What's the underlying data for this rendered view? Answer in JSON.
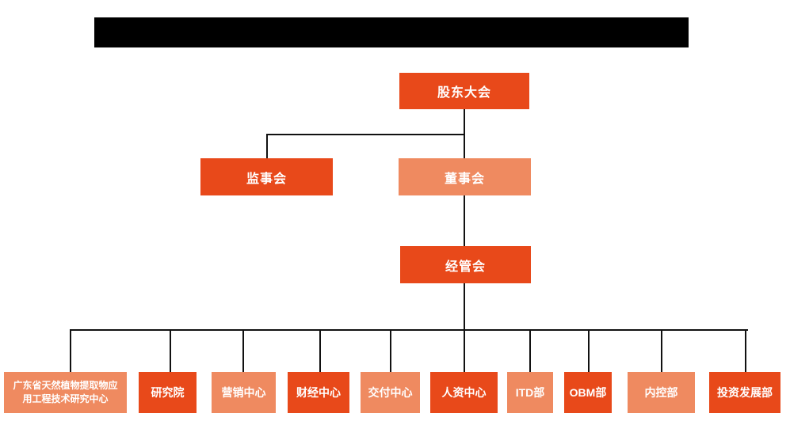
{
  "page": {
    "background_color": "#ffffff",
    "redacted_title": {
      "present": true,
      "color": "#000000",
      "note": "blacked-out title bar"
    }
  },
  "colors": {
    "node_dark": "#E8491A",
    "node_light": "#EF8A60",
    "connector_line": "#111111",
    "node_text": "#ffffff"
  },
  "org_chart": {
    "type": "org-hierarchy",
    "root": {
      "label": "股东大会"
    },
    "level2": [
      {
        "label": "监事会",
        "tone": "dark"
      },
      {
        "label": "董事会",
        "tone": "light"
      }
    ],
    "level3": {
      "label": "经管会",
      "tone": "dark"
    },
    "departments": [
      {
        "label": "广东省天然植物提取物应用工程技术研究中心",
        "tone": "light"
      },
      {
        "label": "研究院",
        "tone": "dark"
      },
      {
        "label": "营销中心",
        "tone": "light"
      },
      {
        "label": "财经中心",
        "tone": "dark"
      },
      {
        "label": "交付中心",
        "tone": "light"
      },
      {
        "label": "人资中心",
        "tone": "dark"
      },
      {
        "label": "ITD部",
        "tone": "light"
      },
      {
        "label": "OBM部",
        "tone": "dark"
      },
      {
        "label": "内控部",
        "tone": "light"
      },
      {
        "label": "投资发展部",
        "tone": "dark"
      }
    ]
  }
}
